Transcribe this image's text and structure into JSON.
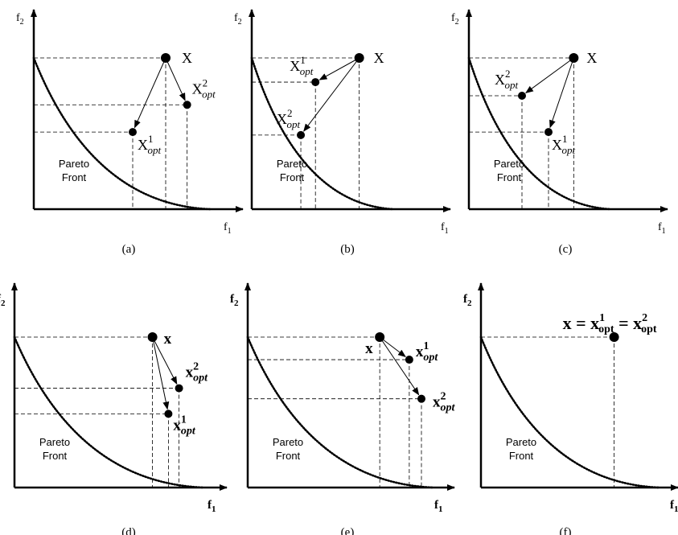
{
  "panels": [
    {
      "id": "a",
      "caption": "(a)",
      "bold": false,
      "axis": {
        "x": "f",
        "x_sub": "1",
        "y": "f",
        "y_sub": "2"
      },
      "front": [
        "Pareto",
        "Front"
      ],
      "points": [
        {
          "role": "x",
          "label": "X",
          "f1": 0.8,
          "f2": 1.0
        },
        {
          "role": "opt2",
          "label": "X",
          "sup": "2",
          "sub": "opt",
          "f1": 0.93,
          "f2": 0.69
        },
        {
          "role": "opt1",
          "label": "X",
          "sup": "1",
          "sub": "opt",
          "f1": 0.6,
          "f2": 0.51
        }
      ]
    },
    {
      "id": "b",
      "caption": "(b)",
      "bold": false,
      "axis": {
        "x": "f",
        "x_sub": "1",
        "y": "f",
        "y_sub": "2"
      },
      "front": [
        "Pareto",
        "Front"
      ],
      "points": [
        {
          "role": "x",
          "label": "X",
          "f1": 0.81,
          "f2": 1.0
        },
        {
          "role": "opt1",
          "label": "X",
          "sup": "1",
          "sub": "opt",
          "f1": 0.48,
          "f2": 0.84
        },
        {
          "role": "opt2",
          "label": "X",
          "sup": "2",
          "sub": "opt",
          "f1": 0.37,
          "f2": 0.49
        }
      ]
    },
    {
      "id": "c",
      "caption": "(c)",
      "bold": false,
      "axis": {
        "x": "f",
        "x_sub": "1",
        "y": "f",
        "y_sub": "2"
      },
      "front": [
        "Pareto",
        "Front"
      ],
      "points": [
        {
          "role": "x",
          "label": "X",
          "f1": 0.79,
          "f2": 1.0
        },
        {
          "role": "opt2",
          "label": "X",
          "sup": "2",
          "sub": "opt",
          "f1": 0.4,
          "f2": 0.75
        },
        {
          "role": "opt1",
          "label": "X",
          "sup": "1",
          "sub": "opt",
          "f1": 0.6,
          "f2": 0.51
        }
      ]
    },
    {
      "id": "d",
      "caption": "(d)",
      "bold": true,
      "axis": {
        "x": "f",
        "x_sub": "1",
        "y": "f",
        "y_sub": "2"
      },
      "front": [
        "Pareto",
        "Front"
      ],
      "points": [
        {
          "role": "x",
          "label": "x",
          "f1": 0.78,
          "f2": 1.0
        },
        {
          "role": "opt2",
          "label": "x",
          "sup": "2",
          "sub": "opt",
          "f1": 0.93,
          "f2": 0.66
        },
        {
          "role": "opt1",
          "label": "x",
          "sup": "1",
          "sub": "opt",
          "f1": 0.87,
          "f2": 0.49
        }
      ]
    },
    {
      "id": "e",
      "caption": "(e)",
      "bold": true,
      "axis": {
        "x": "f",
        "x_sub": "1",
        "y": "f",
        "y_sub": "2"
      },
      "front": [
        "Pareto",
        "Front"
      ],
      "points": [
        {
          "role": "x",
          "label": "x",
          "f1": 0.76,
          "f2": 1.0
        },
        {
          "role": "opt1",
          "label": "x",
          "sup": "1",
          "sub": "opt",
          "f1": 0.93,
          "f2": 0.85
        },
        {
          "role": "opt2",
          "label": "x",
          "sup": "2",
          "sub": "opt",
          "f1": 1.0,
          "f2": 0.59
        }
      ]
    },
    {
      "id": "f",
      "caption": "(f)",
      "bold": true,
      "axis": {
        "x": "f",
        "x_sub": "1",
        "y": "f",
        "y_sub": "2"
      },
      "front": [
        "Pareto",
        "Front"
      ],
      "points": [
        {
          "role": "x",
          "label": "x",
          "f1": 0.8,
          "f2": 1.0
        }
      ],
      "equation": {
        "x": "x",
        "eq": "=",
        "opt": "x",
        "sub": "opt",
        "sup1": "1",
        "sup2": "2"
      }
    }
  ]
}
